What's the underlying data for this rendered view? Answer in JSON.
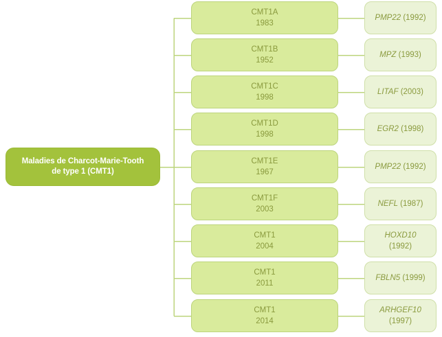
{
  "diagram": {
    "title": "Maladies de Charcot-Marie-Tooth de type 1 (CMT1)",
    "type": "tree",
    "orientation": "left-to-right",
    "background_color": "#ffffff",
    "colors": {
      "root_fill": "#a3c23c",
      "root_text": "#ffffff",
      "subtype_fill": "#d9eb9c",
      "subtype_border": "#bcd47c",
      "gene_fill": "#ebf3d7",
      "gene_border": "#cfdfa8",
      "node_text": "#8a9a3e",
      "connector": "#bcd47c"
    }
  },
  "root": {
    "line1": "Maladies de Charcot-Marie-Tooth",
    "line2": "de type 1 (CMT1)"
  },
  "rows": [
    {
      "subtype": "CMT1A",
      "subtype_year": "1983",
      "gene_symbol": "PMP22",
      "gene_year": "(1992)",
      "gene_wraps": false
    },
    {
      "subtype": "CMT1B",
      "subtype_year": "1952",
      "gene_symbol": "MPZ",
      "gene_year": "(1993)",
      "gene_wraps": false
    },
    {
      "subtype": "CMT1C",
      "subtype_year": "1998",
      "gene_symbol": "LITAF",
      "gene_year": "(2003)",
      "gene_wraps": false
    },
    {
      "subtype": "CMT1D",
      "subtype_year": "1998",
      "gene_symbol": "EGR2",
      "gene_year": "(1998)",
      "gene_wraps": false
    },
    {
      "subtype": "CMT1E",
      "subtype_year": "1967",
      "gene_symbol": "PMP22",
      "gene_year": "(1992)",
      "gene_wraps": false
    },
    {
      "subtype": "CMT1F",
      "subtype_year": "2003",
      "gene_symbol": "NEFL",
      "gene_year": "(1987)",
      "gene_wraps": false
    },
    {
      "subtype": "CMT1",
      "subtype_year": "2004",
      "gene_symbol": "HOXD10",
      "gene_year": "(1992)",
      "gene_wraps": true
    },
    {
      "subtype": "CMT1",
      "subtype_year": "2011",
      "gene_symbol": "FBLN5",
      "gene_year": "(1999)",
      "gene_wraps": false
    },
    {
      "subtype": "CMT1",
      "subtype_year": "2014",
      "gene_symbol": "ARHGEF10",
      "gene_year": "(1997)",
      "gene_wraps": true
    }
  ]
}
